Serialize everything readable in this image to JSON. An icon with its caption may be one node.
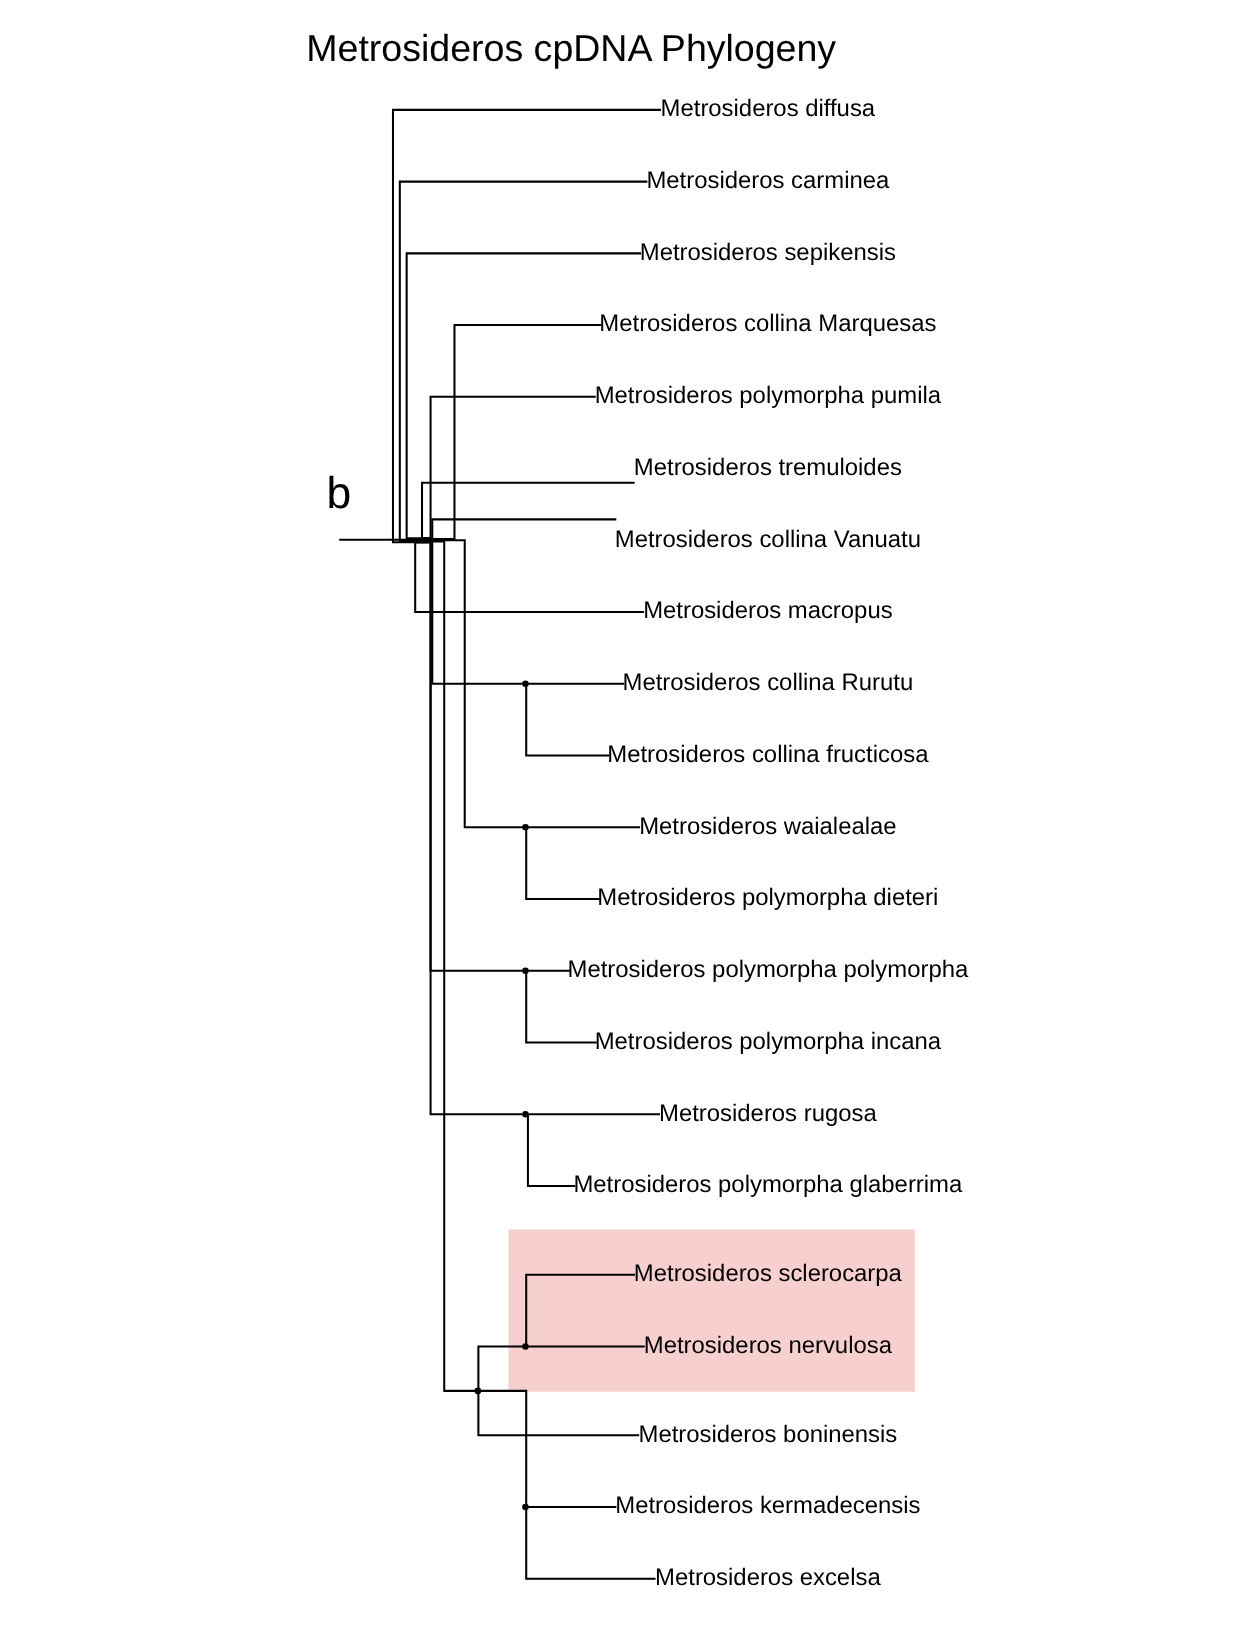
{
  "diagram": {
    "title": "Metrosideros cpDNA Phylogeny",
    "nodes": [
      {
        "text": [],
        "shape": "point"
      },
      {
        "text": [
          "Metrosideros diffusa"
        ]
      },
      {
        "text": [
          "Metrosideros carminea"
        ]
      },
      {
        "text": [
          "Metrosideros sepikensis"
        ]
      },
      {
        "text": [
          "Metrosideros collina Marquesas"
        ]
      },
      {
        "text": [
          "Metrosideros polymorpha pumila"
        ]
      },
      {
        "text": [
          "Metrosideros tremuloides"
        ]
      },
      {
        "text": [
          "Metrosideros collina Vanuatu"
        ]
      },
      {
        "text": [
          "Metrosideros macropus"
        ]
      },
      {
        "text": [],
        "shape": "point"
      },
      {
        "text": [
          "Metrosideros collina Rurutu"
        ]
      },
      {
        "text": [
          "Metrosideros collina fructicosa"
        ]
      },
      {
        "text": [],
        "shape": "point"
      },
      {
        "text": [
          "Metrosideros waialealae"
        ]
      },
      {
        "text": [
          "Metrosideros polymorpha dieteri"
        ]
      },
      {
        "text": [],
        "shape": "point"
      },
      {
        "text": [
          "Metrosideros polymorpha polymorpha"
        ]
      },
      {
        "text": [
          "Metrosideros polymorpha incana"
        ]
      },
      {
        "text": [],
        "shape": "point"
      },
      {
        "text": [
          "Metrosideros rugosa"
        ]
      },
      {
        "text": [
          "Metrosideros polymorpha glaberrima"
        ]
      },
      {
        "text": [],
        "shape": "point"
      },
      {
        "text": [
          "Metrosideros boninensis"
        ]
      },
      {
        "text": [],
        "shape": "point"
      },
      {
        "text": [
          "Metrosideros kermadecensis"
        ]
      },
      {
        "text": [
          "Metrosideros excelsa"
        ]
      },
      {
        "text": [],
        "shape": "band"
      },
      {
        "text": [],
        "shape": "point",
        "in": 26
      },
      {
        "text": [
          "Metrosideros nervulosa"
        ],
        "in": 26
      },
      {
        "text": [
          "Metrosideros sclerocarpa"
        ],
        "in": 26
      }
    ],
    "edges": [
      {
        "from": null,
        "to": 0,
        "arrow": "none"
      },
      {
        "from": 0,
        "to": 1,
        "arrow": "none"
      },
      {
        "from": 0,
        "to": 2,
        "arrow": "none"
      },
      {
        "from": 0,
        "to": 3,
        "arrow": "none"
      },
      {
        "from": 0,
        "to": 4,
        "arrow": "none"
      },
      {
        "from": 0,
        "to": 5,
        "arrow": "none"
      },
      {
        "from": 0,
        "to": 6,
        "arrow": "none"
      },
      {
        "from": 0,
        "to": 7,
        "arrow": "none"
      },
      {
        "from": 0,
        "to": 8,
        "arrow": "none"
      },
      {
        "from": 0,
        "to": 9,
        "arrow": "none"
      },
      {
        "from": 9,
        "to": 10,
        "arrow": "none"
      },
      {
        "from": 9,
        "to": 11,
        "arrow": "none"
      },
      {
        "from": 0,
        "to": 12,
        "arrow": "none"
      },
      {
        "from": 12,
        "to": 13,
        "arrow": "none"
      },
      {
        "from": 12,
        "to": 14,
        "arrow": "none"
      },
      {
        "from": 0,
        "to": 15,
        "arrow": "none"
      },
      {
        "from": 15,
        "to": 16,
        "arrow": "none"
      },
      {
        "from": 15,
        "to": 17,
        "arrow": "none"
      },
      {
        "from": 0,
        "to": 18,
        "arrow": "none"
      },
      {
        "from": 18,
        "to": 19,
        "arrow": "none"
      },
      {
        "from": 18,
        "to": 20,
        "arrow": "none"
      },
      {
        "from": 0,
        "to": 21,
        "arrow": "none"
      },
      {
        "from": 21,
        "to": 22,
        "arrow": "none"
      },
      {
        "from": 21,
        "to": 23,
        "arrow": "none"
      },
      {
        "from": 23,
        "to": 24,
        "arrow": "none"
      },
      {
        "from": 23,
        "to": 25,
        "arrow": "none"
      },
      {
        "from": 21,
        "to": 27,
        "arrow": "none"
      },
      {
        "from": 27,
        "to": 28,
        "arrow": "none"
      },
      {
        "from": 27,
        "to": 29,
        "arrow": "none"
      }
    ],
    "labels": [
      "b"
    ]
  }
}
